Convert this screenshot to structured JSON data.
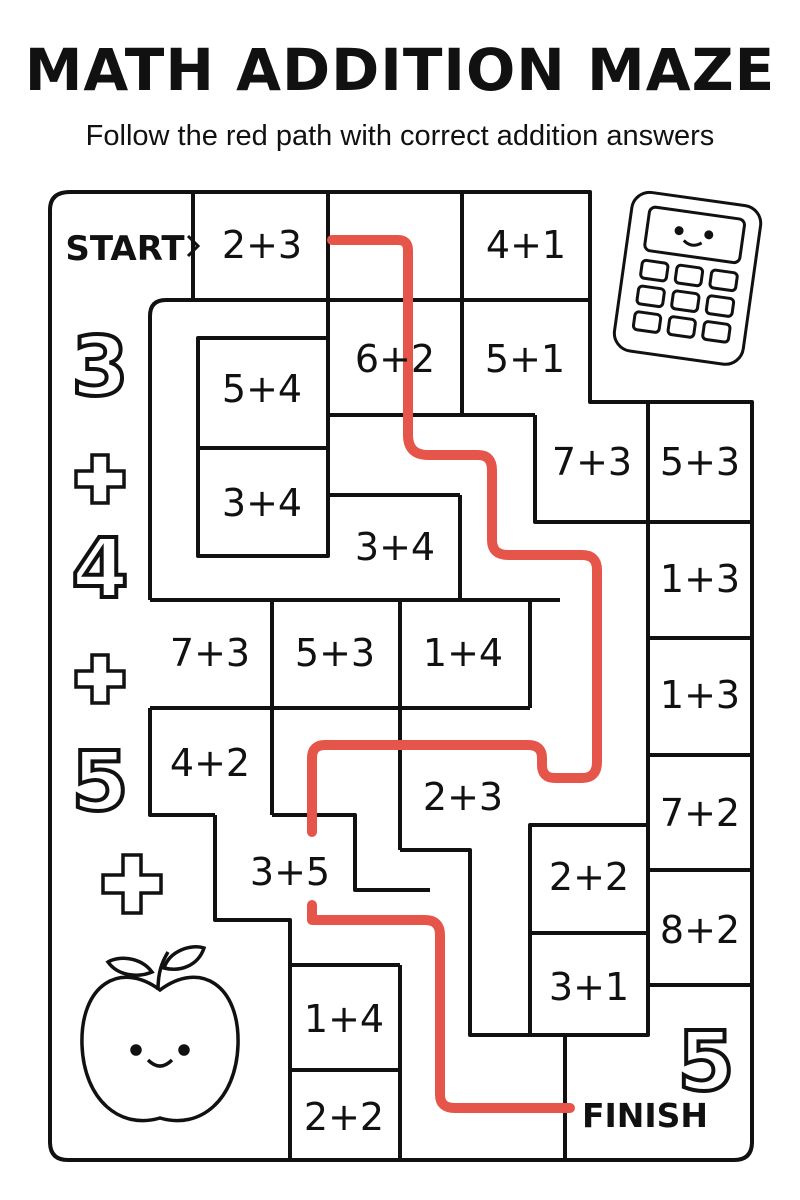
{
  "title": "MATH ADDITION MAZE",
  "subtitle": "Follow the red path with correct addition answers",
  "start_label": "START",
  "finish_label": "FINISH",
  "path_color": "#e5554a",
  "side_equation": [
    "3",
    "+",
    "4",
    "+",
    "5",
    "+"
  ],
  "finish_digit": "5",
  "cells": {
    "c1": "2+3",
    "c2": "4+1",
    "c3": "6+2",
    "c4": "5+1",
    "c5": "5+4",
    "c6": "3+4",
    "c7": "3+4",
    "c8": "7+3",
    "c9": "5+3",
    "c10": "1+3",
    "c11": "1+3",
    "c12": "7+3",
    "c13": "5+3",
    "c14": "1+4",
    "c15": "4+2",
    "c16": "2+3",
    "c17": "7+2",
    "c18": "3+5",
    "c19": "2+2",
    "c20": "8+2",
    "c21": "3+1",
    "c22": "1+4",
    "c23": "2+2"
  },
  "icons": [
    "calculator-icon",
    "apple-icon"
  ]
}
